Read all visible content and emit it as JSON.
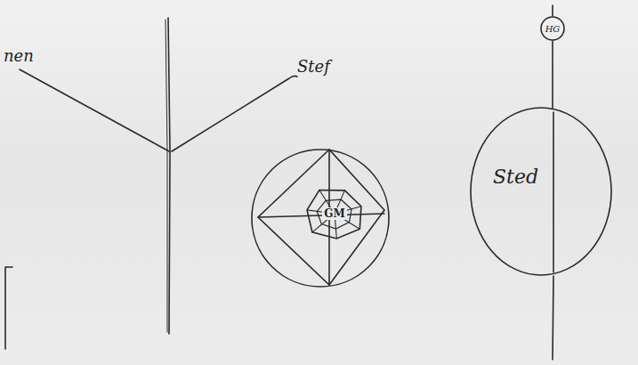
{
  "diagram": {
    "nodes": [
      {
        "text": [
          "GM"
        ]
      },
      {
        "text": [
          "HG"
        ]
      },
      {
        "text": [
          "Sted"
        ]
      }
    ],
    "edges": [
      {
        "from": 1,
        "to": 2,
        "arrow": "none"
      }
    ],
    "labels": [
      "nen",
      "Stef"
    ]
  }
}
